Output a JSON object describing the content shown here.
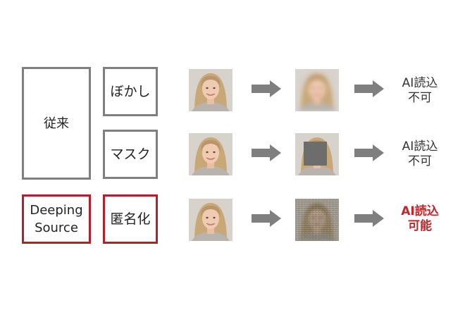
{
  "categories": {
    "conventional": "従来",
    "deeping": "Deeping\nSource"
  },
  "methods": [
    {
      "label": "ぼかし"
    },
    {
      "label": "マスク"
    },
    {
      "label": "匿名化"
    }
  ],
  "rows": [
    {
      "treatment": "blur",
      "result_line1": "AI読込",
      "result_line2": "不可",
      "status": "not-readable"
    },
    {
      "treatment": "mask",
      "result_line1": "AI読込",
      "result_line2": "不可",
      "status": "not-readable"
    },
    {
      "treatment": "anonymize",
      "result_line1": "AI読込",
      "result_line2": "可能",
      "status": "readable"
    }
  ],
  "icons": {
    "arrow": "arrow-right-icon"
  },
  "colors": {
    "gray_border": "#7f7f7f",
    "red_border": "#b3202a",
    "arrow": "#7f7f7f",
    "result_ok": "#c0272d"
  }
}
